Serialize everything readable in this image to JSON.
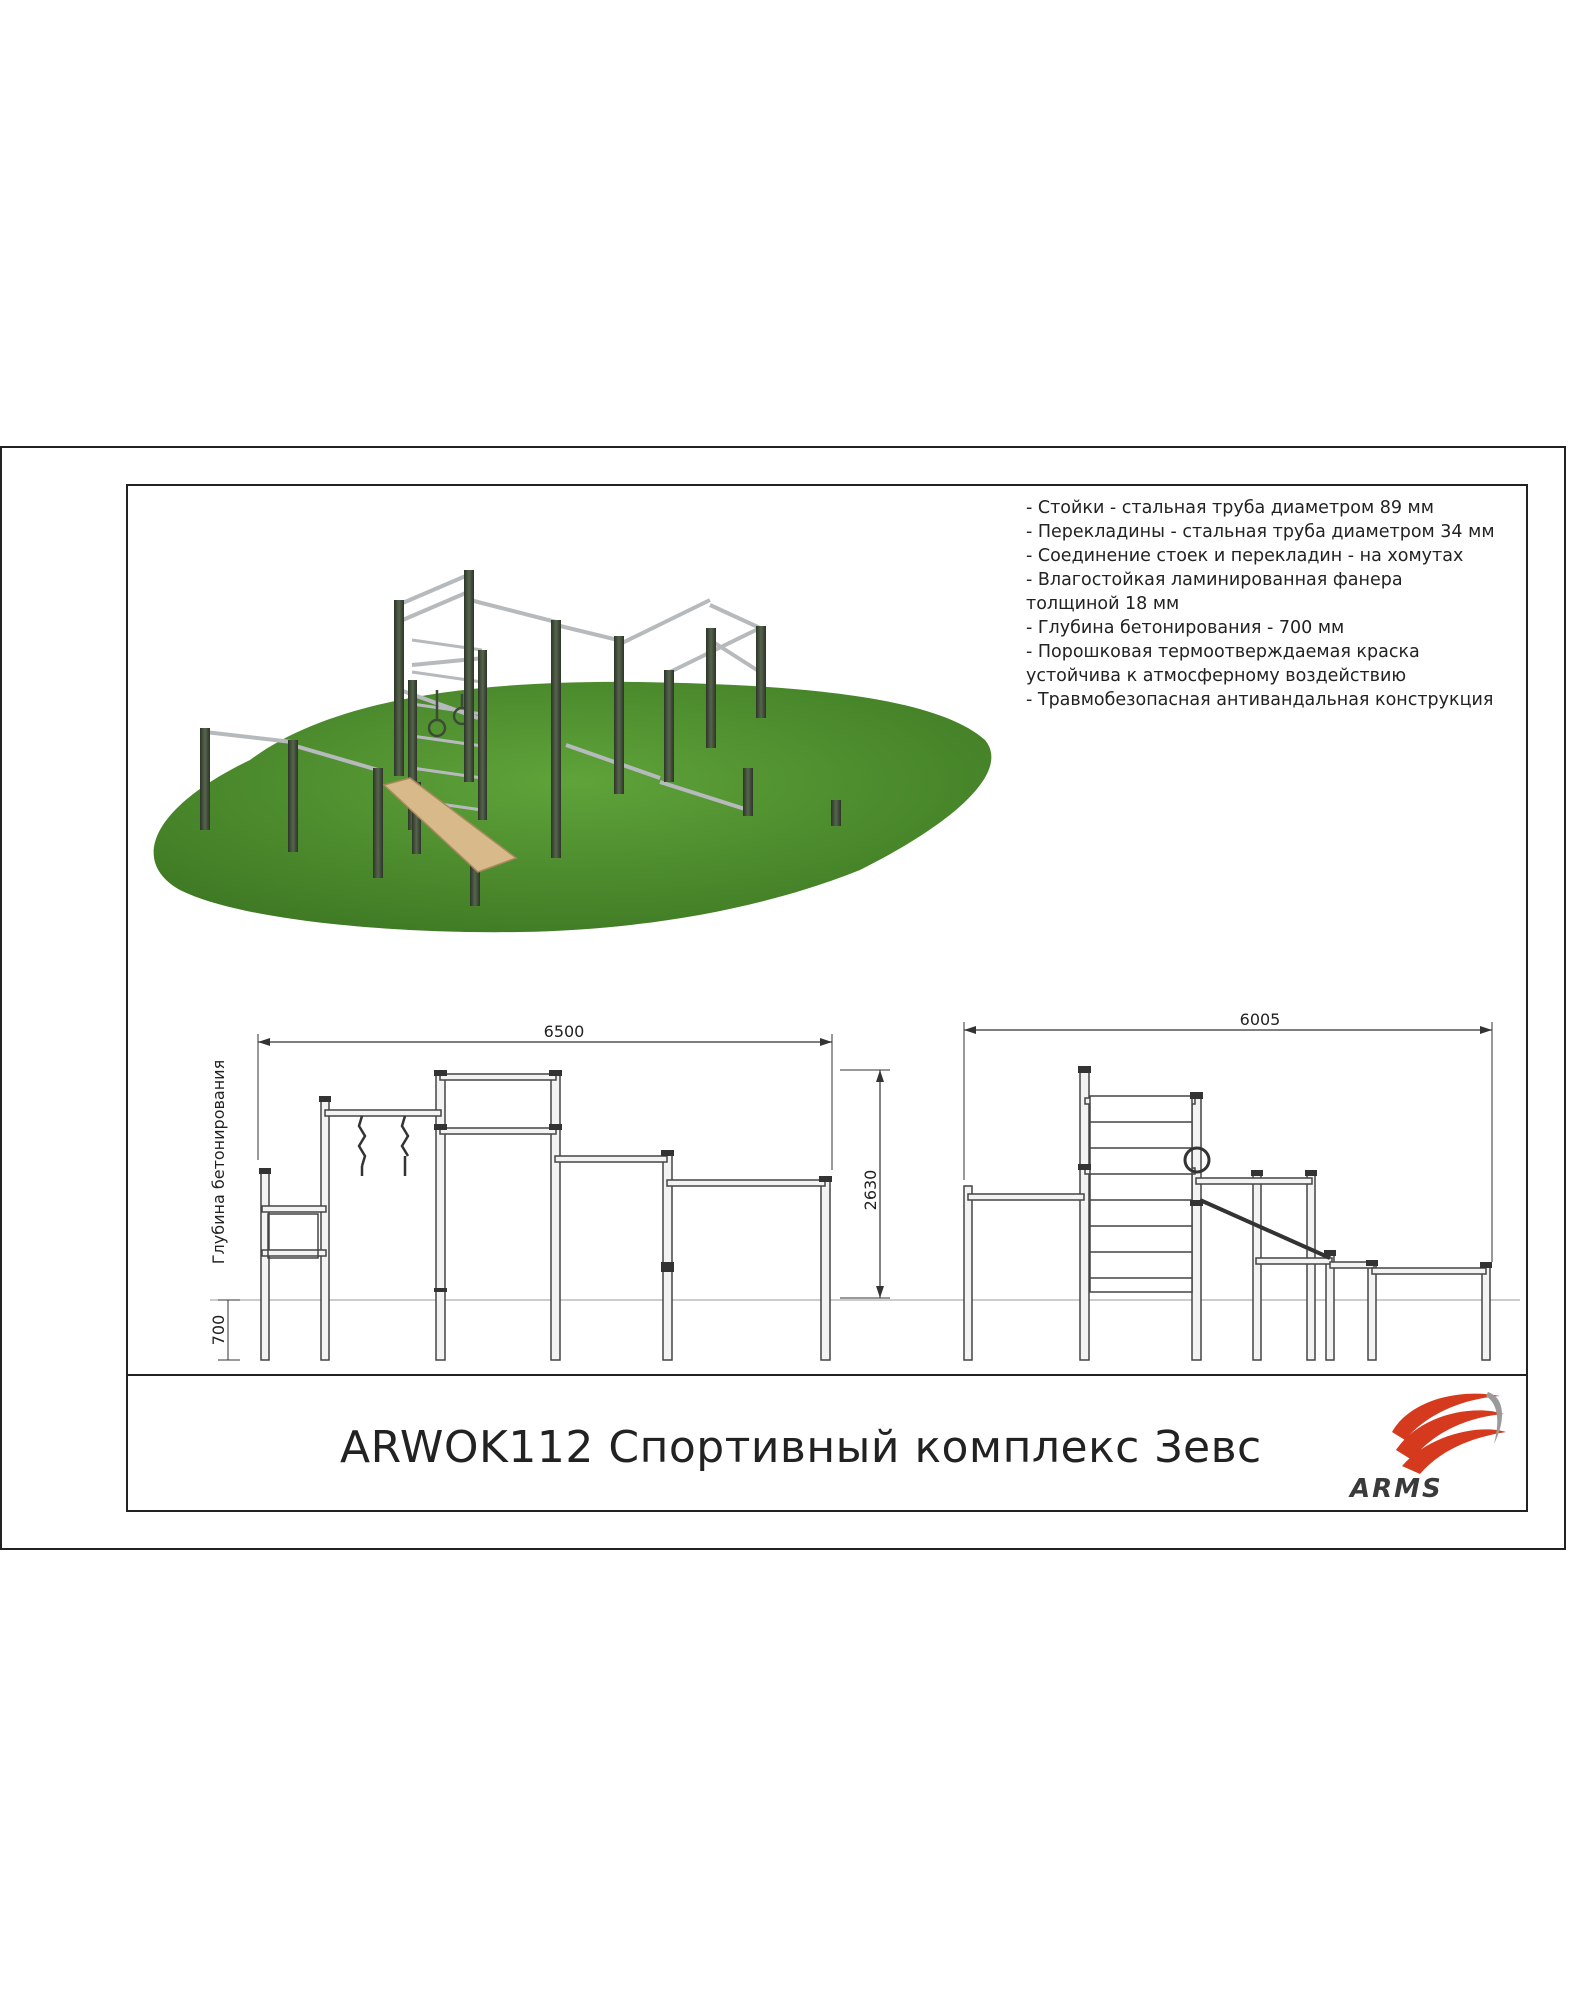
{
  "specs": [
    "- Стойки - стальная труба диаметром 89 мм",
    "- Перекладины - стальная труба диаметром 34 мм",
    "- Соединение стоек и перекладин - на хомутах",
    "- Влагостойкая ламинированная фанера",
    "толщиной 18 мм",
    "- Глубина бетонирования - 700 мм",
    "- Порошковая термоотверждаемая краска",
    "устойчива к атмосферному воздействию",
    "- Травмобезопасная антивандальная конструкция"
  ],
  "dimensions": {
    "left_width": "6500",
    "right_width": "6005",
    "height": "2630",
    "depth": "700",
    "depth_label": "Глубина бетонирования"
  },
  "title": "ARWOK112 Спортивный комплекс Зевс",
  "logo_text": "ARMS",
  "colors": {
    "grass": "#4f8f2e",
    "post": "#3d4a36",
    "bar": "#b8bcbf",
    "board": "#d8b98a",
    "logo_red": "#d63a1e"
  }
}
